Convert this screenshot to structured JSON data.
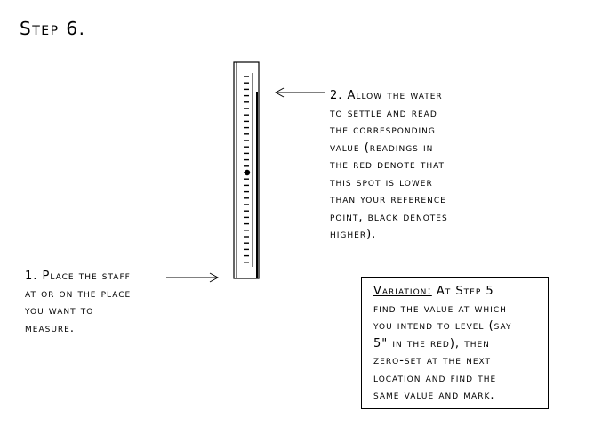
{
  "title": "Step 6.",
  "note_read": [
    "2. Allow the water",
    "to settle and read",
    "the corresponding",
    "value (readings in",
    "the red denote that",
    "this spot is lower",
    "than your reference",
    "point, black denotes",
    "higher)."
  ],
  "note_place": [
    "1. Place the staff",
    "at or on the place",
    "you want to",
    "measure."
  ],
  "variation": {
    "heading": "Variation:",
    "lines": [
      "At Step 5",
      "find the value at which",
      "you intend to level (say",
      "5\" in the red), then",
      "zero-set at the next",
      "location and find the",
      "same value and mark."
    ]
  }
}
